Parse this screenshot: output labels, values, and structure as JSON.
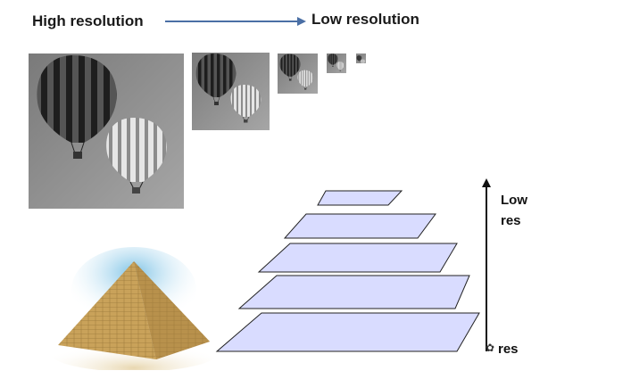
{
  "title_row": {
    "left_label": "High resolution",
    "right_label": "Low resolution"
  },
  "images": {
    "count": 5,
    "subject": "hot air balloons",
    "icon": "balloon-photo"
  },
  "pyramid_levels": {
    "count": 5,
    "fill": "#d9dcff",
    "stroke": "#222222"
  },
  "axis": {
    "top_label_line1": "Low",
    "top_label_line2": "res",
    "bottom_label": "res"
  },
  "colors": {
    "text": "#1a1a1a",
    "arrow": "#4a6fa5",
    "layer_fill": "#d9dcff",
    "pyramid_sand": "#c8a35a",
    "sky": "#7ec3e6"
  }
}
